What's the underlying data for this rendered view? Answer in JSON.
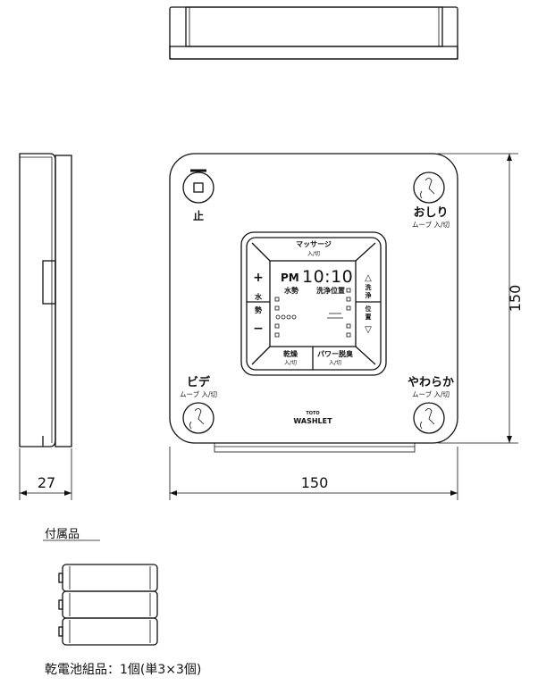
{
  "controller": {
    "stop_label": "止",
    "oshiri_label": "おしり",
    "oshiri_sub": "ムーブ 入/切",
    "bidet_label": "ビデ",
    "bidet_sub": "ムーブ 入/切",
    "soft_label": "やわらか",
    "soft_sub": "ムーブ 入/切",
    "massage_label": "マッサージ",
    "massage_sub": "入/切",
    "dry_label": "乾燥",
    "dry_sub": "入/切",
    "power_label": "パワー脱臭",
    "power_sub": "入/切",
    "plus_symbol": "+",
    "minus_symbol": "−",
    "water_pressure_chars": [
      "水",
      "勢"
    ],
    "position_chars": [
      "洗",
      "浄",
      "位",
      "置"
    ],
    "up_symbol": "△",
    "down_symbol": "▽",
    "display_ampm": "PM",
    "display_time": "10:10",
    "display_left_label": "水勢",
    "display_right_label": "洗浄位置",
    "brand_small": "TOTO",
    "brand_name": "WASHLET"
  },
  "dimensions": {
    "depth": "27",
    "width": "150",
    "height": "150"
  },
  "accessories": {
    "heading": "付属品",
    "battery_text": "乾電池組品：1個(単3×3個)"
  }
}
